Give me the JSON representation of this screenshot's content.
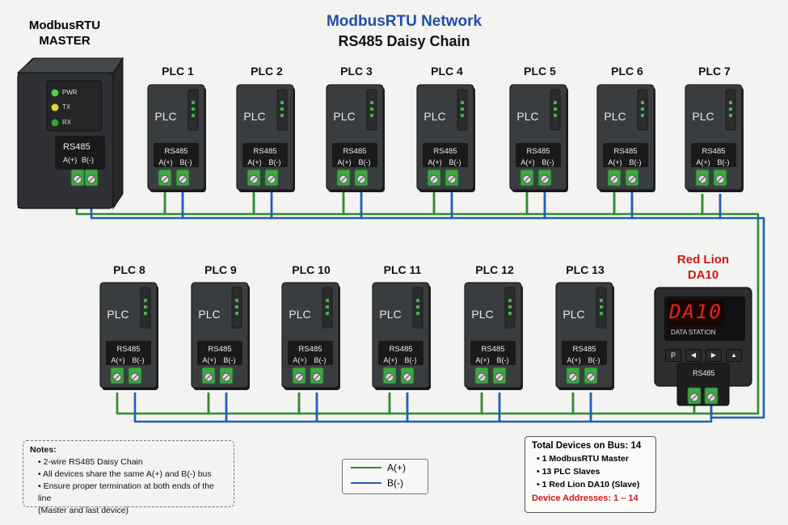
{
  "title": "ModbusRTU Network",
  "subtitle": "RS485 Daisy Chain",
  "master": {
    "label_line1": "ModbusRTU",
    "label_line2": "MASTER",
    "leds": [
      "PWR",
      "TX",
      "RX"
    ],
    "port_label": "RS485",
    "a_label": "A(+)",
    "b_label": "B(-)"
  },
  "plc_common": {
    "body_text": "PLC",
    "port_label": "RS485",
    "a_label": "A(+)",
    "b_label": "B(-)"
  },
  "plcs_row1": [
    "PLC 1",
    "PLC 2",
    "PLC 3",
    "PLC 4",
    "PLC 5",
    "PLC 6",
    "PLC 7"
  ],
  "plcs_row2": [
    "PLC 8",
    "PLC 9",
    "PLC 10",
    "PLC 11",
    "PLC 12",
    "PLC 13"
  ],
  "redlion": {
    "label_line1": "Red Lion",
    "label_line2": "DA10",
    "display_text": "DA10",
    "station_text": "DATA STATION",
    "buttons": [
      "P",
      "◀",
      "▶",
      "▲"
    ],
    "port_label": "RS485"
  },
  "notes": {
    "title": "Notes:",
    "items": [
      "2-wire RS485 Daisy Chain",
      "All devices share the same A(+) and B(-) bus",
      "Ensure proper termination at both ends of the line",
      "(Master and last device)"
    ]
  },
  "legend": {
    "a_label": "A(+)",
    "b_label": "B(-)"
  },
  "totals": {
    "title": "Total Devices on Bus: 14",
    "items": [
      "1 ModbusRTU Master",
      "13 PLC Slaves",
      "1 Red Lion DA10 (Slave)"
    ],
    "addresses": "Device Addresses: 1 – 14"
  },
  "colors": {
    "wire_a": "#2e8b2e",
    "wire_b": "#1f5fb8",
    "title": "#1f4fa8",
    "red": "#cc1a1a",
    "terminal": "#3fa845"
  }
}
